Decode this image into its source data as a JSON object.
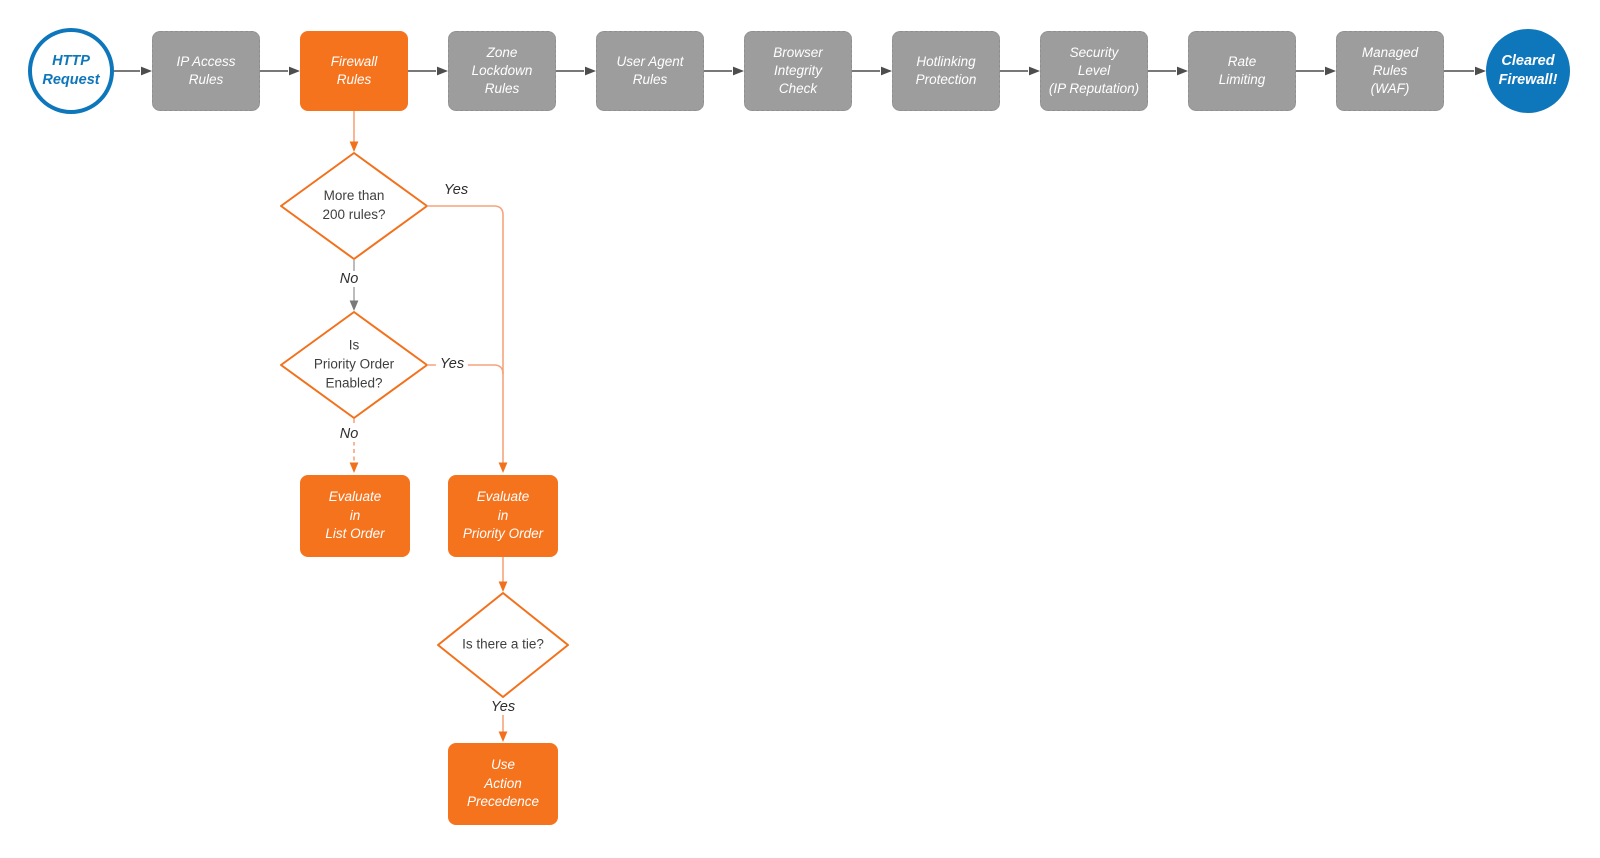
{
  "colors": {
    "orange": "#F2711C",
    "orange_fill": "#F5731D",
    "orange_line": "#F5A47C",
    "gray_fill": "#9D9D9D",
    "gray_border": "#8F8F8F",
    "dark_arrow": "#4D4D4D",
    "gray_line": "#ABABAB",
    "gray_arrowhead": "#7A7A7A",
    "blue": "#0E76BB",
    "text_dark": "#3F3F3F"
  },
  "nodes": {
    "start": {
      "label": [
        "HTTP",
        "Request"
      ]
    },
    "top_row": [
      {
        "label": [
          "IP Access",
          "Rules"
        ],
        "highlighted": false
      },
      {
        "label": [
          "Firewall",
          "Rules"
        ],
        "highlighted": true
      },
      {
        "label": [
          "Zone",
          "Lockdown",
          "Rules"
        ],
        "highlighted": false
      },
      {
        "label": [
          "User Agent",
          "Rules"
        ],
        "highlighted": false
      },
      {
        "label": [
          "Browser",
          "Integrity",
          "Check"
        ],
        "highlighted": false
      },
      {
        "label": [
          "Hotlinking",
          "Protection"
        ],
        "highlighted": false
      },
      {
        "label": [
          "Security",
          "Level",
          "(IP Reputation)"
        ],
        "highlighted": false
      },
      {
        "label": [
          "Rate",
          "Limiting"
        ],
        "highlighted": false
      },
      {
        "label": [
          "Managed",
          "Rules",
          "(WAF)"
        ],
        "highlighted": false
      }
    ],
    "end": {
      "label": [
        "Cleared",
        "Firewall!"
      ]
    },
    "decisions": [
      {
        "label": [
          "More than",
          "200 rules?"
        ]
      },
      {
        "label": [
          "Is",
          "Priority Order",
          "Enabled?"
        ]
      },
      {
        "label": [
          "Is there a tie?"
        ]
      }
    ],
    "processes": [
      {
        "label": [
          "Evaluate",
          "in",
          "List Order"
        ]
      },
      {
        "label": [
          "Evaluate",
          "in",
          "Priority Order"
        ]
      },
      {
        "label": [
          "Use",
          "Action",
          "Precedence"
        ]
      }
    ]
  },
  "edge_labels": {
    "d1_yes": "Yes",
    "d1_no": "No",
    "d2_yes": "Yes",
    "d2_no": "No",
    "d3_yes": "Yes"
  }
}
